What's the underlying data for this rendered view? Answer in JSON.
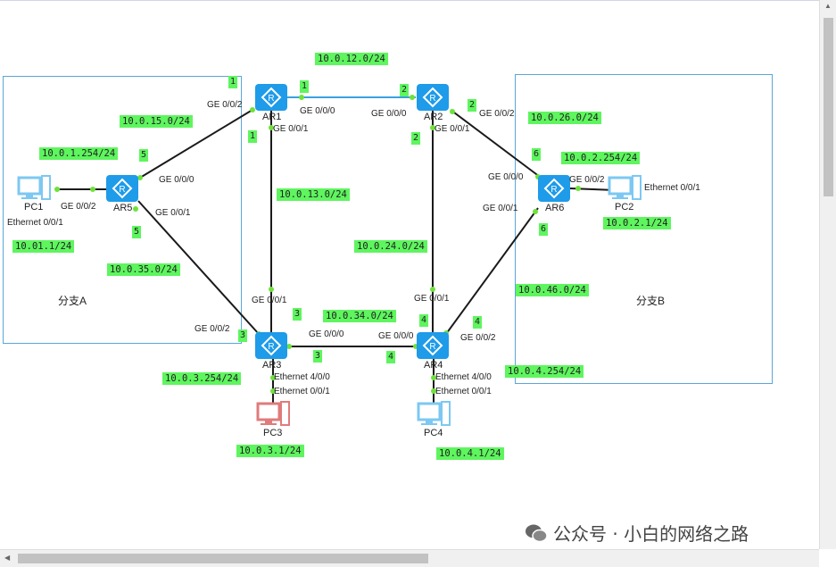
{
  "areas": [
    {
      "name": "分支A"
    },
    {
      "name": "分支B"
    }
  ],
  "devices": [
    {
      "name": "AR1",
      "type": "router"
    },
    {
      "name": "AR2",
      "type": "router"
    },
    {
      "name": "AR5",
      "type": "router"
    },
    {
      "name": "AR6",
      "type": "router"
    },
    {
      "name": "AR3",
      "type": "router"
    },
    {
      "name": "AR4",
      "type": "router"
    },
    {
      "name": "PC1",
      "type": "pc"
    },
    {
      "name": "PC2",
      "type": "pc"
    },
    {
      "name": "PC3",
      "type": "pc"
    },
    {
      "name": "PC4",
      "type": "pc"
    }
  ],
  "subnets": [
    "10.0.12.0/24",
    "10.0.15.0/24",
    "10.0.26.0/24",
    "10.0.13.0/24",
    "10.0.24.0/24",
    "10.0.35.0/24",
    "10.0.46.0/24",
    "10.0.34.0/24"
  ],
  "ip_addresses": [
    "10.0.1.254/24",
    "10.0.2.254/24",
    "10.0.2.1/24",
    "10.01.1/24",
    "10.0.4.254/24",
    "10.0.3.254/24",
    "10.0.3.1/24",
    "10.0.4.1/24"
  ],
  "link_costs": [
    "1",
    "1",
    "2",
    "2",
    "1",
    "2",
    "5",
    "6",
    "5",
    "6",
    "3",
    "4",
    "4",
    "3",
    "3",
    "4"
  ],
  "interfaces": [
    "GE 0/0/2",
    "GE 0/0/0",
    "GE 0/0/0",
    "GE 0/0/2",
    "GE 0/0/1",
    "GE 0/0/1",
    "GE 0/0/0",
    "GE 0/0/0",
    "GE 0/0/2",
    "GE 0/0/1",
    "GE 0/0/1",
    "Ethernet 0/0/1",
    "GE 0/0/2",
    "Ethernet 0/0/1",
    "GE 0/0/1",
    "GE 0/0/1",
    "GE 0/0/2",
    "GE 0/0/0",
    "GE 0/0/0",
    "GE 0/0/2",
    "Ethernet 4/0/0",
    "Ethernet 4/0/0",
    "Ethernet 0/0/1",
    "Ethernet 0/0/1"
  ],
  "colors": {
    "link": "#1a1a1a",
    "ar1_ar2_link": "#3ba0e0",
    "router": "#1e9be9",
    "pc": "#7cc8f2",
    "pc3": "#e07b7b",
    "port": "#6ee23a",
    "label_bg": "#5ef55e",
    "area_border": "#5aa6d8"
  },
  "watermark": "公众号 · 小白的网络之路"
}
